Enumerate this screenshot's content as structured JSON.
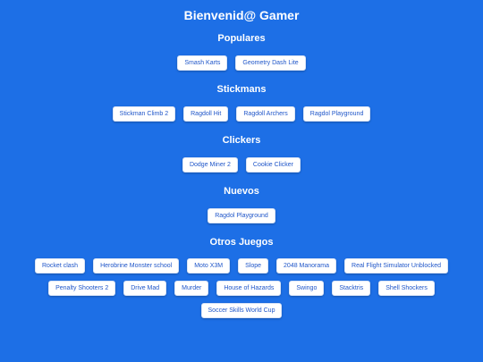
{
  "page": {
    "title": "Bienvenid@ Gamer"
  },
  "sections": {
    "populares": {
      "title": "Populares",
      "games": [
        "Smash Karts",
        "Geometry Dash Lite"
      ]
    },
    "stickmans": {
      "title": "Stickmans",
      "games": [
        "Stickman Climb 2",
        "Ragdoll Hit",
        "Ragdoll Archers",
        "Ragdol Playground"
      ]
    },
    "clickers": {
      "title": "Clickers",
      "games": [
        "Dodge Miner 2",
        "Cookie Clicker"
      ]
    },
    "nuevos": {
      "title": "Nuevos",
      "games": [
        "Ragdol Playground"
      ]
    },
    "otros": {
      "title": "Otros Juegos",
      "games": [
        "Rocket clash",
        "Herobrine Monster school",
        "Moto X3M",
        "Slope",
        "2048 Manorama",
        "Real Flight Simulator Unblocked",
        "Penalty Shooters 2",
        "Drive Mad",
        "Murder",
        "House of Hazards",
        "Swingo",
        "Stacktris",
        "Shell Shockers",
        "Soccer Skills World Cup"
      ]
    }
  },
  "colors": {
    "background": "#1d6fe6",
    "button_bg": "#ffffff",
    "button_text": "#1f56c9"
  }
}
